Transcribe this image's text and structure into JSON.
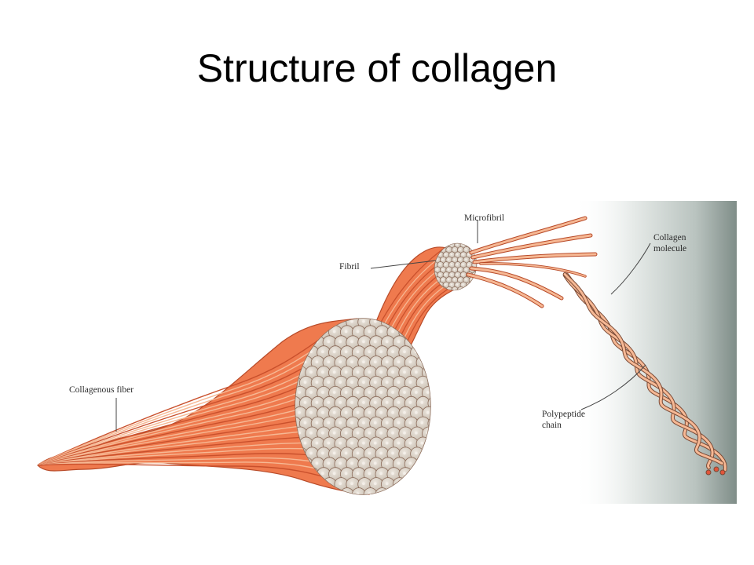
{
  "slide": {
    "title": "Structure of collagen"
  },
  "labels": {
    "microfibril": "Microfibril",
    "fibril": "Fibril",
    "collagen_molecule_line1": "Collagen",
    "collagen_molecule_line2": "molecule",
    "collagenous_fiber": "Collagenous fiber",
    "polypeptide_line1": "Polypeptide",
    "polypeptide_line2": "chain"
  },
  "colors": {
    "fiber_orange": "#ef7a4e",
    "fiber_light": "#f6b894",
    "fiber_dark": "#c9502c",
    "cross_section": "#d6cdc2",
    "chain_outline": "#7a4a36",
    "panel_shade": "#9aa6a1"
  }
}
